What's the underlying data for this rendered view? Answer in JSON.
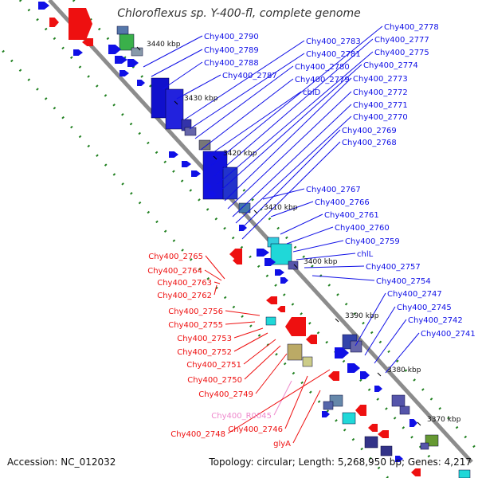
{
  "title": "Chloroflexus sp. Y-400-fl, complete genome",
  "footer": {
    "accession": "Accession: NC_012032",
    "summary": "Topology: circular; Length: 5,268,950 bp; Genes: 4,217"
  },
  "colors": {
    "backbone": "#8c8c8c",
    "forward_gene": "#1010e6",
    "reverse_gene": "#ee1010",
    "rna_gene": "#20d8d8",
    "pseudo_label": "#ee88cc",
    "tick": "#208020"
  },
  "ticks": [
    "3440 kbp",
    "3430 kbp",
    "3420 kbp",
    "3410 kbp",
    "3400 kbp",
    "3390 kbp",
    "3380 kbp",
    "3370 kbp"
  ],
  "right_labels": [
    "Chy400_2790",
    "Chy400_2789",
    "Chy400_2788",
    "Chy400_2787",
    "Chy400_2783",
    "Chy400_2781",
    "Chy400_2780",
    "Chy400_2779",
    "cbiD",
    "Chy400_2778",
    "Chy400_2777",
    "Chy400_2775",
    "Chy400_2774",
    "Chy400_2773",
    "Chy400_2772",
    "Chy400_2771",
    "Chy400_2770",
    "Chy400_2769",
    "Chy400_2768",
    "Chy400_2767",
    "Chy400_2766",
    "Chy400_2761",
    "Chy400_2760",
    "Chy400_2759",
    "chlL",
    "Chy400_2757",
    "Chy400_2754",
    "Chy400_2747",
    "Chy400_2745",
    "Chy400_2742",
    "Chy400_2741"
  ],
  "left_labels": [
    "Chy400_2765",
    "Chy400_2764",
    "Chy400_2763",
    "Chy400_2762",
    "Chy400_2756",
    "Chy400_2755",
    "Chy400_2753",
    "Chy400_2752",
    "Chy400_2751",
    "Chy400_2750",
    "Chy400_2749",
    "Chy400_R0045",
    "Chy400_2748",
    "Chy400_2746",
    "glyA"
  ]
}
